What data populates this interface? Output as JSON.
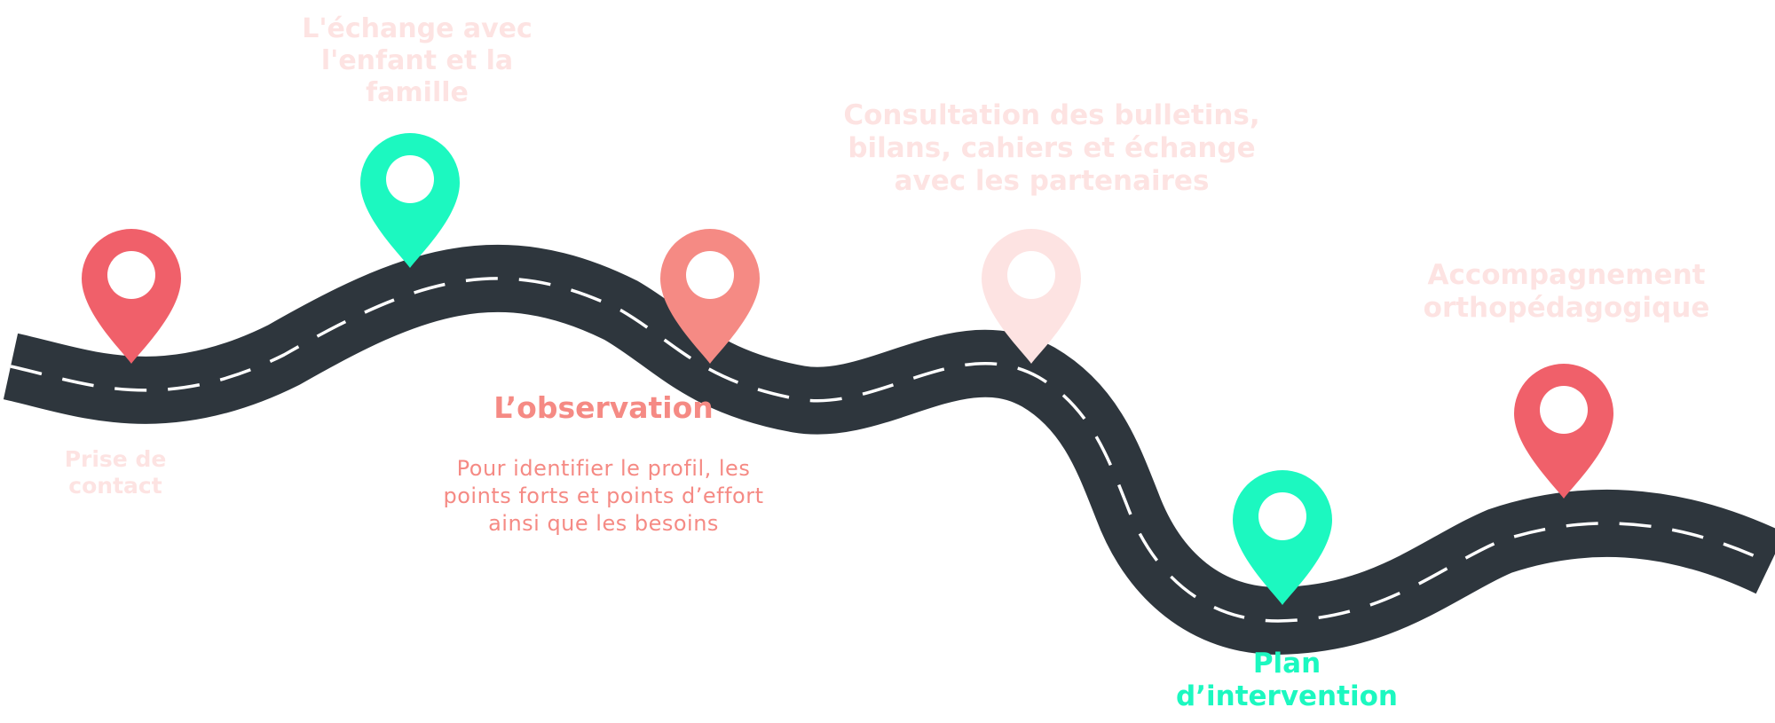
{
  "colors": {
    "road": "#2e363d",
    "road_dash": "#ffffff",
    "red": "#f0606a",
    "salmon": "#f58a84",
    "teal": "#1cf8c0",
    "faint_red": "#fde3e2"
  },
  "steps": [
    {
      "id": "contact",
      "title": "Prise de contact",
      "color": "faint_red"
    },
    {
      "id": "exchange",
      "title": "L'échange avec l'enfant et la famille",
      "color": "faint_red"
    },
    {
      "id": "observation",
      "title": "L’observation",
      "description": "Pour identifier le profil, les points forts et points d’effort ainsi que les besoins",
      "color": "salmon"
    },
    {
      "id": "consultation",
      "title": "Consultation des bulletins, bilans, cahiers et échange avec les partenaires",
      "color": "faint_red"
    },
    {
      "id": "plan",
      "title": "Plan d’intervention",
      "color": "teal"
    },
    {
      "id": "support",
      "title": "Accompagnement orthopédagogique",
      "color": "faint_red"
    }
  ],
  "pins": [
    {
      "color": "red",
      "icon": "location-pin-icon"
    },
    {
      "color": "teal",
      "icon": "location-pin-icon"
    },
    {
      "color": "salmon",
      "icon": "location-pin-icon"
    },
    {
      "color": "faint_red",
      "icon": "location-pin-icon"
    },
    {
      "color": "teal",
      "icon": "location-pin-icon"
    },
    {
      "color": "red",
      "icon": "location-pin-icon"
    }
  ]
}
